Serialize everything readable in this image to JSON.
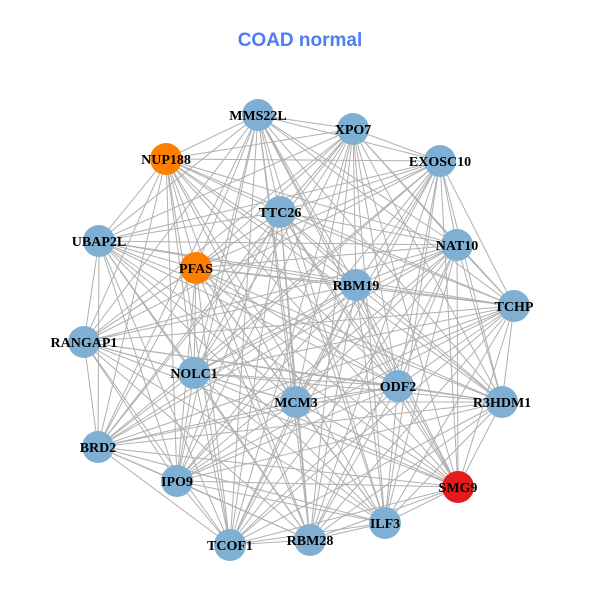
{
  "title": "COAD normal",
  "colors": {
    "title": "#4d7cf5",
    "edge": "#b0b0b0",
    "default_node": "#7fb0d3",
    "orange": "#ff7f00",
    "red": "#e41a1c"
  },
  "edge_mode": "complete",
  "nodes": [
    {
      "id": "MMS22L",
      "color": "default"
    },
    {
      "id": "XPO7",
      "color": "default"
    },
    {
      "id": "NUP188",
      "color": "orange"
    },
    {
      "id": "EXOSC10",
      "color": "default"
    },
    {
      "id": "TTC26",
      "color": "default"
    },
    {
      "id": "UBAP2L",
      "color": "default"
    },
    {
      "id": "NAT10",
      "color": "default"
    },
    {
      "id": "PFAS",
      "color": "orange"
    },
    {
      "id": "RBM19",
      "color": "default"
    },
    {
      "id": "TCHP",
      "color": "default"
    },
    {
      "id": "RANGAP1",
      "color": "default"
    },
    {
      "id": "NOLC1",
      "color": "default"
    },
    {
      "id": "ODF2",
      "color": "default"
    },
    {
      "id": "MCM3",
      "color": "default"
    },
    {
      "id": "R3HDM1",
      "color": "default"
    },
    {
      "id": "BRD2",
      "color": "default"
    },
    {
      "id": "IPO9",
      "color": "default"
    },
    {
      "id": "SMG9",
      "color": "red"
    },
    {
      "id": "ILF3",
      "color": "default"
    },
    {
      "id": "RBM28",
      "color": "default"
    },
    {
      "id": "TCOF1",
      "color": "default"
    }
  ]
}
